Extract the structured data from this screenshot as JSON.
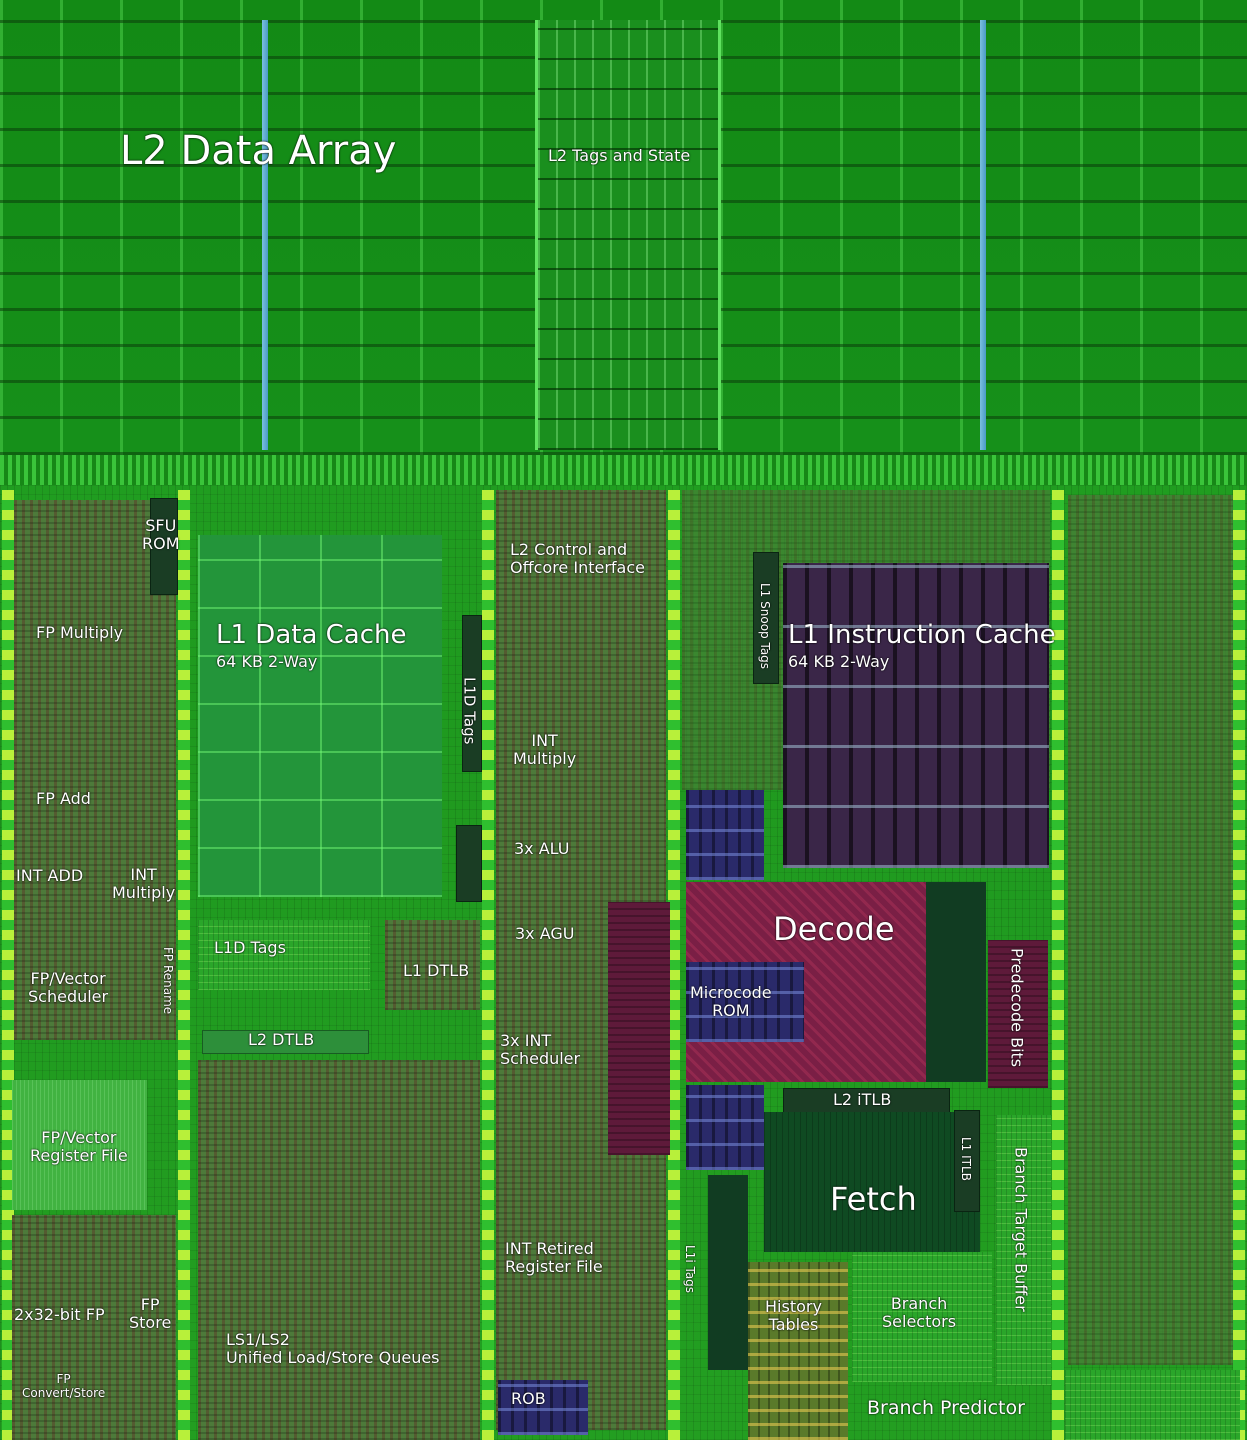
{
  "labels": {
    "l2_data_array": "L2 Data Array",
    "l2_tags_state": "L2 Tags and State",
    "sfu_rom": "SFU\nROM",
    "l2_control": "L2 Control and\nOffcore Interface",
    "fp_multiply": "FP Multiply",
    "l1_data_cache": "L1 Data Cache",
    "l1_data_cache_sub": "64 KB 2-Way",
    "l1d_tags_vert": "L1D Tags",
    "l1_snoop_tags": "L1 Snoop Tags",
    "l1_instruction_cache": "L1 Instruction Cache",
    "l1_instruction_cache_sub": "64 KB 2-Way",
    "int_multiply_core": "INT\nMultiply",
    "fp_add": "FP Add",
    "three_alu": "3x ALU",
    "int_add": "INT ADD",
    "int_multiply_fp": "INT\nMultiply",
    "decode": "Decode",
    "three_agu": "3x AGU",
    "l1d_tags_horiz": "L1D Tags",
    "fp_vector_scheduler": "FP/Vector\nScheduler",
    "fp_rename": "FP Rename",
    "l1_dtlb": "L1 DTLB",
    "microcode_rom": "Microcode\nROM",
    "predecode_bits": "Predecode Bits",
    "l2_dtlb": "L2 DTLB",
    "three_int_scheduler": "3x INT\nScheduler",
    "l2_itlb": "L2 iTLB",
    "fp_vector_register_file": "FP/Vector\nRegister File",
    "l1_itlb": "L1 ITLB",
    "branch_target_buffer": "Branch Target Buffer",
    "fetch": "Fetch",
    "int_retired_register_file": "INT Retired\nRegister File",
    "l1i_tags": "L1i Tags",
    "two_x32_fp": "2x32-bit FP",
    "fp_store": "FP\nStore",
    "history_tables": "History\nTables",
    "branch_selectors": "Branch\nSelectors",
    "ls_queues": "LS1/LS2\nUnified Load/Store Queues",
    "fp_convert_store": "FP\nConvert/Store",
    "rob": "ROB",
    "branch_predictor": "Branch Predictor"
  }
}
